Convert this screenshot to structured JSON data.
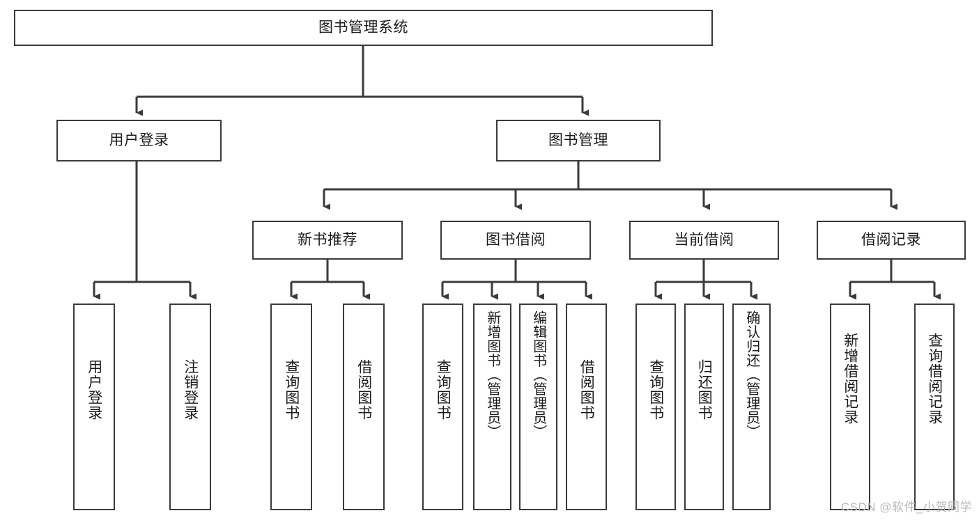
{
  "diagram": {
    "title_node": "图书管理系统",
    "watermark": "CSDN @软件_小贺同学",
    "line_color": "#3a3a3a",
    "background": "#ffffff",
    "text_color": "#1b1b1b",
    "levels": {
      "level1": [
        {
          "id": "root",
          "label": "图书管理系统"
        }
      ],
      "level2": [
        {
          "id": "user-login",
          "label": "用户登录"
        },
        {
          "id": "book-manage",
          "label": "图书管理"
        }
      ],
      "level3": [
        {
          "id": "new-book-rec",
          "label": "新书推荐"
        },
        {
          "id": "book-borrow",
          "label": "图书借阅"
        },
        {
          "id": "current-borrow",
          "label": "当前借阅"
        },
        {
          "id": "borrow-record",
          "label": "借阅记录"
        }
      ],
      "level4": [
        {
          "id": "leaf-user-login",
          "label": "用户登录",
          "parent": "user-login"
        },
        {
          "id": "leaf-logout",
          "label": "注销登录",
          "parent": "user-login"
        },
        {
          "id": "leaf-query-book-1",
          "label": "查询图书",
          "parent": "new-book-rec"
        },
        {
          "id": "leaf-borrow-book-1",
          "label": "借阅图书",
          "parent": "new-book-rec"
        },
        {
          "id": "leaf-query-book-2",
          "label": "查询图书",
          "parent": "book-borrow"
        },
        {
          "id": "leaf-add-book",
          "label": "新增图书（管理员）",
          "parent": "book-borrow"
        },
        {
          "id": "leaf-edit-book",
          "label": "编辑图书（管理员）",
          "parent": "book-borrow"
        },
        {
          "id": "leaf-borrow-book-2",
          "label": "借阅图书",
          "parent": "book-borrow"
        },
        {
          "id": "leaf-query-book-3",
          "label": "查询图书",
          "parent": "current-borrow"
        },
        {
          "id": "leaf-return-book",
          "label": "归还图书",
          "parent": "current-borrow"
        },
        {
          "id": "leaf-confirm-return",
          "label": "确认归还（管理员）",
          "parent": "current-borrow"
        },
        {
          "id": "leaf-add-record",
          "label": "新增借阅记录",
          "parent": "borrow-record"
        },
        {
          "id": "leaf-query-record",
          "label": "查询借阅记录",
          "parent": "borrow-record"
        }
      ]
    }
  }
}
